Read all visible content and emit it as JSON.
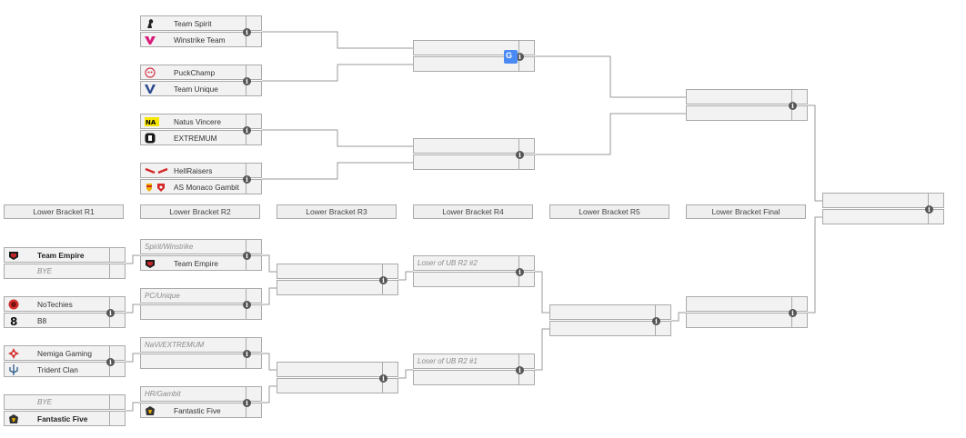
{
  "round_headers": [
    "Lower Bracket R1",
    "Lower Bracket R2",
    "Lower Bracket R3",
    "Lower Bracket R4",
    "Lower Bracket R5",
    "Lower Bracket Final"
  ],
  "upper_bracket": {
    "r1": [
      {
        "teams": [
          {
            "name": "Team Spirit",
            "logo": "team-spirit-logo"
          },
          {
            "name": "Winstrike Team",
            "logo": "winstrike-logo"
          }
        ]
      },
      {
        "teams": [
          {
            "name": "PuckChamp",
            "logo": "puckchamp-logo"
          },
          {
            "name": "Team Unique",
            "logo": "team-unique-logo"
          }
        ]
      },
      {
        "teams": [
          {
            "name": "Natus Vincere",
            "logo": "navi-logo"
          },
          {
            "name": "EXTREMUM",
            "logo": "extremum-logo"
          }
        ]
      },
      {
        "teams": [
          {
            "name": "HellRaisers",
            "logo": "hellraisers-logo"
          },
          {
            "name": "AS Monaco Gambit",
            "logo": "monaco-gambit-logo"
          }
        ]
      }
    ],
    "r2": [
      {
        "teams": [
          "",
          ""
        ]
      },
      {
        "teams": [
          "",
          ""
        ]
      }
    ],
    "final": {
      "teams": [
        "",
        ""
      ]
    }
  },
  "grand_final": {
    "teams": [
      "",
      ""
    ]
  },
  "lower_bracket": {
    "r1": [
      {
        "teams": [
          {
            "name": "Team Empire",
            "logo": "team-empire-logo",
            "winner": true
          },
          {
            "name": "BYE",
            "bye": true
          }
        ]
      },
      {
        "teams": [
          {
            "name": "NoTechies",
            "logo": "notechies-logo"
          },
          {
            "name": "B8",
            "logo": "b8-logo"
          }
        ]
      },
      {
        "teams": [
          {
            "name": "Nemiga Gaming",
            "logo": "nemiga-logo"
          },
          {
            "name": "Trident Clan",
            "logo": "trident-logo"
          }
        ]
      },
      {
        "teams": [
          {
            "name": "BYE",
            "bye": true
          },
          {
            "name": "Fantastic Five",
            "logo": "fantastic-five-logo",
            "winner": true
          }
        ]
      }
    ],
    "r2": [
      {
        "placeholder": "Spirit/Winstrike",
        "team": {
          "name": "Team Empire",
          "logo": "team-empire-logo"
        }
      },
      {
        "placeholder": "PC/Unique",
        "team": null
      },
      {
        "placeholder": "NaVi/EXTREMUM",
        "team": null
      },
      {
        "placeholder": "HR/Gambit",
        "team": {
          "name": "Fantastic Five",
          "logo": "fantastic-five-logo"
        }
      }
    ],
    "r3": [
      {
        "teams": [
          "",
          ""
        ]
      },
      {
        "teams": [
          "",
          ""
        ]
      }
    ],
    "r4": [
      {
        "placeholder": "Loser of UB R2 #2"
      },
      {
        "placeholder": "Loser of UB R2 #1"
      }
    ],
    "r5": {
      "teams": [
        "",
        ""
      ]
    },
    "final": {
      "teams": [
        "",
        ""
      ]
    }
  },
  "info_icon_glyph": "i",
  "translate_icon": "translate-icon",
  "colors": {
    "slot_bg": "#f2f2f2",
    "slot_border": "#aaaaaa",
    "line": "#999999",
    "info_icon": "#555555",
    "translate_icon": "#4a8af4"
  }
}
